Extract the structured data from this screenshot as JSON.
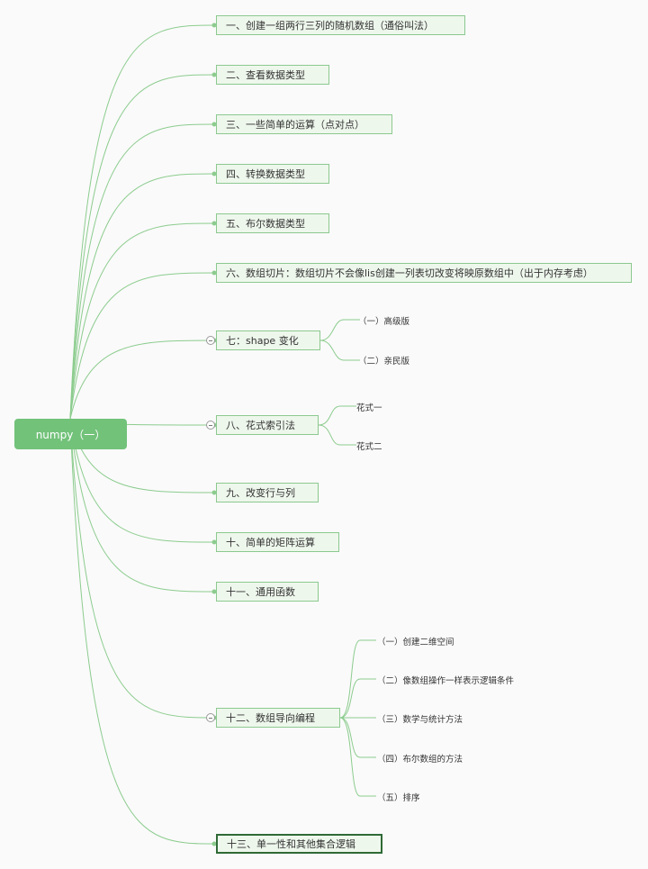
{
  "root": {
    "label": "numpy（一）"
  },
  "topics": [
    {
      "label": "一、创建一组两行三列的随机数组（通俗叫法）"
    },
    {
      "label": "二、查看数据类型"
    },
    {
      "label": "三、一些简单的运算（点对点）"
    },
    {
      "label": "四、转换数据类型"
    },
    {
      "label": "五、布尔数据类型"
    },
    {
      "label": "六、数组切片：数组切片不会像lis创建一列表切改变将映原数组中（出于内存考虑）"
    },
    {
      "label": "七：shape 变化",
      "children": [
        "（一）高级版",
        "（二）亲民版"
      ]
    },
    {
      "label": "八、花式索引法",
      "children": [
        "花式一",
        "花式二"
      ]
    },
    {
      "label": "九、改变行与列"
    },
    {
      "label": "十、简单的矩阵运算"
    },
    {
      "label": "十一、通用函数"
    },
    {
      "label": "十二、数组导向编程",
      "children": [
        "（一）创建二维空间",
        "（二）像数组操作一样表示逻辑条件",
        "（三）数学与统计方法",
        "（四）布尔数组的方法",
        "（五）排序"
      ]
    },
    {
      "label": "十三、单一性和其他集合逻辑"
    }
  ],
  "colors": {
    "line": "#8ccc8e",
    "root_fill": "#72c27a",
    "topic_fill": "#eef7ec",
    "selected_border": "#2f6a36"
  }
}
